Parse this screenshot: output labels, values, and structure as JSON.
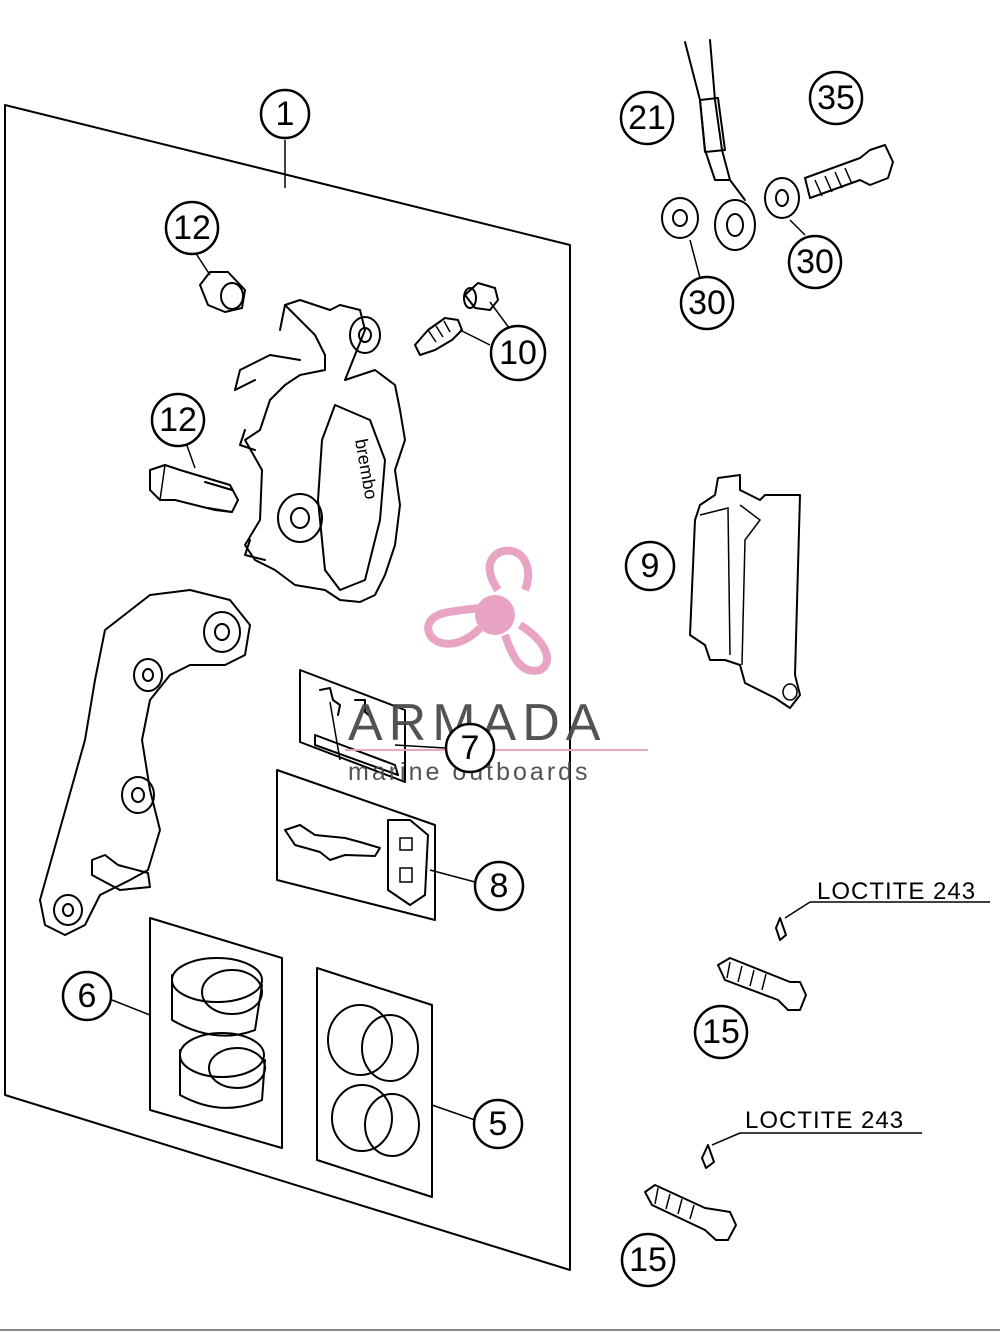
{
  "callouts": {
    "c1": "1",
    "c21": "21",
    "c35": "35",
    "c12a": "12",
    "c12b": "12",
    "c10": "10",
    "c30a": "30",
    "c30b": "30",
    "c9": "9",
    "c7": "7",
    "c8": "8",
    "c6": "6",
    "c5": "5",
    "c15a": "15",
    "c15b": "15"
  },
  "notes": {
    "loctite_upper": "LOCTITE 243",
    "loctite_lower": "LOCTITE 243"
  },
  "caliper_brand": "brembo",
  "watermark": {
    "title": "ARMADA",
    "subtitle": "marine outboards",
    "accent_color": "#e8a0c0"
  }
}
